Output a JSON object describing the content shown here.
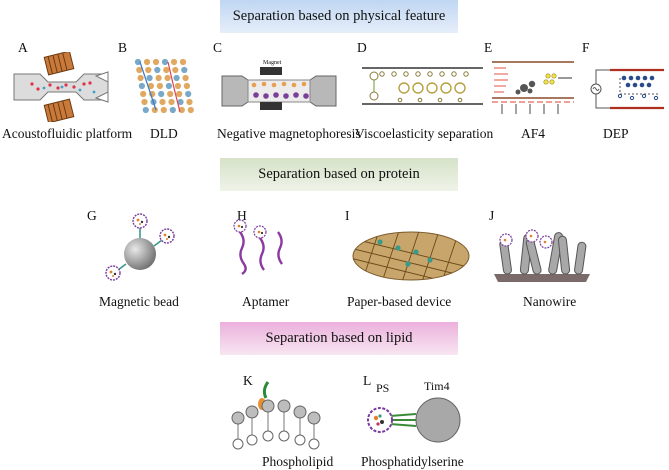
{
  "sections": {
    "physical": "Separation based on physical feature",
    "protein": "Separation based on protein",
    "lipid": "Separation based on lipid"
  },
  "panels": [
    {
      "letter": "A",
      "caption": "Acoustofluidic platform"
    },
    {
      "letter": "B",
      "caption": "DLD"
    },
    {
      "letter": "C",
      "caption": "Negative magnetophoresis",
      "inset": "Magnet"
    },
    {
      "letter": "D",
      "caption": "Viscoelasticity separation"
    },
    {
      "letter": "E",
      "caption": "AF4"
    },
    {
      "letter": "F",
      "caption": "DEP"
    },
    {
      "letter": "G",
      "caption": "Magnetic bead"
    },
    {
      "letter": "H",
      "caption": "Aptamer"
    },
    {
      "letter": "I",
      "caption": "Paper-based device"
    },
    {
      "letter": "J",
      "caption": "Nanowire"
    },
    {
      "letter": "K",
      "caption": "Phospholipid"
    },
    {
      "letter": "L",
      "caption": "Phosphatidylserine",
      "labels": [
        "PS",
        "Tim4"
      ]
    }
  ],
  "colors": {
    "banner_physical": "#c9dcf4",
    "banner_protein": "#dfe8d4",
    "banner_lipid": "#f0c4e4",
    "particle_orange": "#e8a050",
    "particle_purple": "#7b3f98",
    "bead_gray": "#9a9a9a",
    "aptamer_purple": "#8a3aa0",
    "paper_brown": "#c8a56a"
  }
}
